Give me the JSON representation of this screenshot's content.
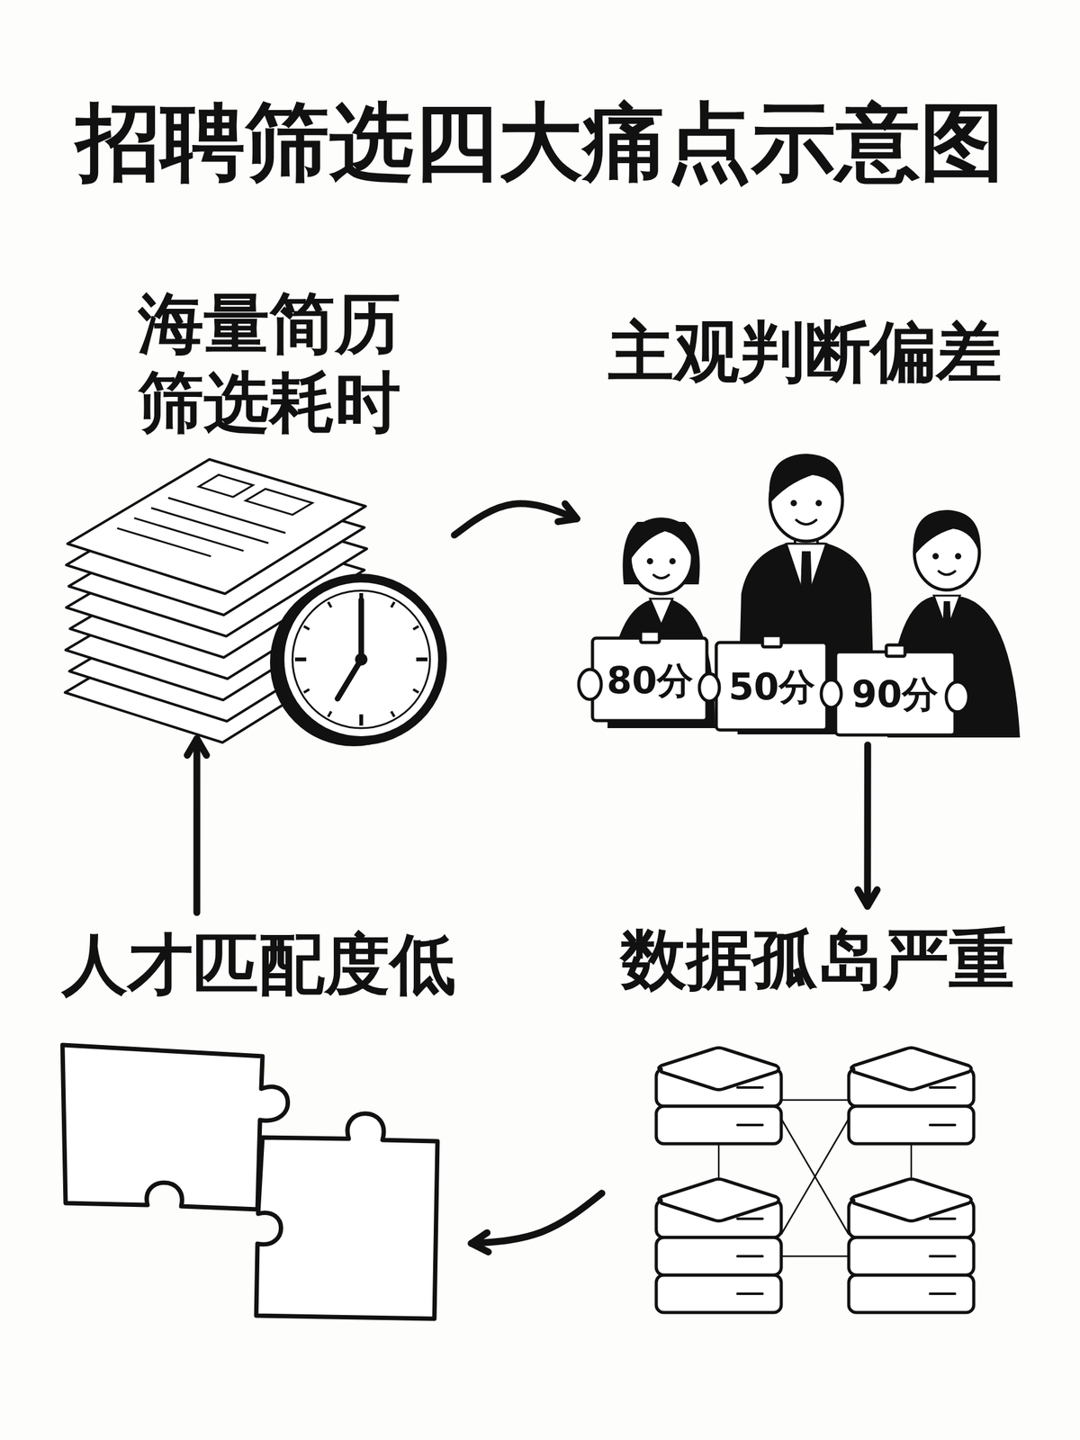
{
  "diagram": {
    "title": "招聘筛选四大痛点示意图",
    "nodes": [
      {
        "text": [
          "海量简历 筛选耗时"
        ]
      },
      {
        "text": [
          "主观判断偏差"
        ]
      },
      {
        "text": [
          "人才匹配度低"
        ]
      },
      {
        "text": [
          "数据孤岛严重"
        ]
      }
    ],
    "edges": [
      {
        "from": 0,
        "to": 1,
        "arrow": "to"
      },
      {
        "from": 1,
        "to": 3,
        "arrow": "to"
      },
      {
        "from": 3,
        "to": 2,
        "arrow": "to"
      },
      {
        "from": 2,
        "to": 0,
        "arrow": "to"
      }
    ],
    "labels": [
      "80分",
      "50分",
      "90分"
    ]
  }
}
